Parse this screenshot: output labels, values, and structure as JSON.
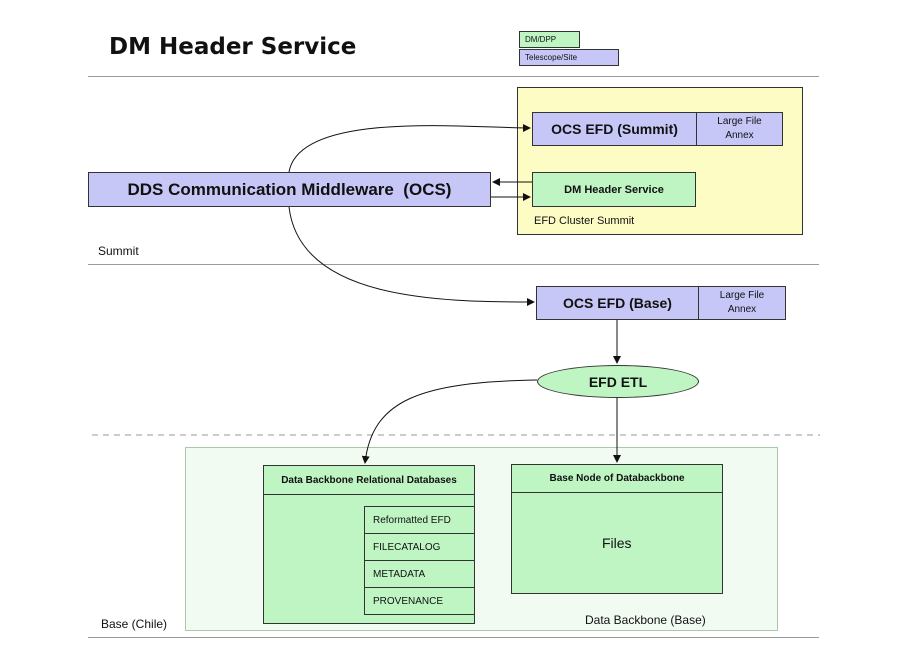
{
  "title": "DM Header Service",
  "legend": {
    "dm_dpp": "DM/DPP",
    "telescope_site": "Telescope/Site"
  },
  "zones": {
    "summit": "Summit",
    "base_chile": "Base (Chile)"
  },
  "dds_middleware": "DDS Communication Middleware  (OCS)",
  "efd_cluster_summit": {
    "label": "EFD Cluster Summit",
    "ocs_efd": "OCS EFD (Summit)",
    "large_file_annex": "Large File Annex",
    "header_service": "DM Header Service"
  },
  "base_efd": {
    "ocs_efd": "OCS EFD (Base)",
    "large_file_annex": "Large File Annex"
  },
  "efd_etl": "EFD ETL",
  "data_backbone": {
    "label": "Data Backbone (Base)",
    "relational": {
      "title": "Data Backbone Relational Databases",
      "tables": [
        "Reformatted EFD",
        "FILECATALOG",
        "METADATA",
        "PROVENANCE"
      ]
    },
    "base_node": {
      "title": "Base Node of Databackbone",
      "content": "Files"
    }
  }
}
